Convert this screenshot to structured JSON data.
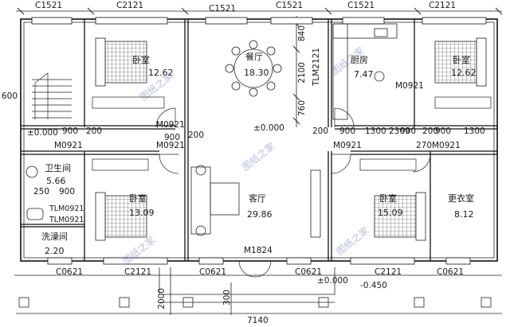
{
  "rooms": {
    "dining": {
      "name": "餐厅",
      "area": "18.30"
    },
    "kitchen": {
      "name": "厨房",
      "area": "7.47"
    },
    "bedroom_nw": {
      "name": "卧室",
      "area": "12.62"
    },
    "bedroom_ne": {
      "name": "卧室",
      "area": "12.62"
    },
    "bedroom_sw": {
      "name": "卧室",
      "area": "13.09"
    },
    "bedroom_se": {
      "name": "卧室",
      "area": "15.09"
    },
    "living": {
      "name": "客厅",
      "area": "29.86"
    },
    "dressing": {
      "name": "更衣室",
      "area": "8.12"
    },
    "toilet": {
      "name": "卫生间",
      "area": "5.66"
    },
    "bath": {
      "name": "洗澡间",
      "area": "2.20"
    }
  },
  "windows": {
    "top": [
      "C1521",
      "C2121",
      "C1521",
      "C1521",
      "C1521",
      "C2121"
    ],
    "bottom": [
      "C0621",
      "C2121",
      "C0621",
      "C0621",
      "C2121",
      "C0621"
    ]
  },
  "doors": {
    "m0921": "M0921",
    "m1824": "M1824",
    "tlm0921": "TLM0921",
    "tlm2121": "TLM2121"
  },
  "dims": {
    "d600": "600",
    "d900": "900",
    "d200": "200",
    "d250": "250",
    "d1300": "1300",
    "d2309": "2309",
    "d2709": "270",
    "d840": "840",
    "d2100": "2100",
    "d760": "760",
    "d2000": "2000",
    "d300": "300",
    "d7140": "7140"
  },
  "levels": {
    "floor": "±0.000",
    "outside": "-0.450"
  },
  "watermark": "图纸之家"
}
